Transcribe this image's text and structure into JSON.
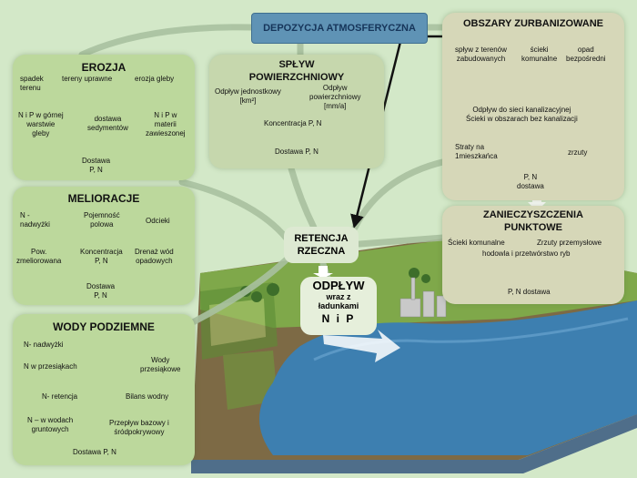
{
  "top": {
    "depozycja": "DEPOZYCJA ATMOSFERYCZNA"
  },
  "erozja": {
    "title": "EROZJA",
    "spadek_terenu": "spadek\nterenu",
    "tereny_uprawne": "tereny uprawne",
    "erozja_gleby": "erozja gleby",
    "np_warstwie": "N i P w górnej\nwarstwie\ngleby",
    "dostawa_sedymentow": "dostawa\nsedymentów",
    "np_materii": "N i P w\nmaterii\nzawieszonej",
    "dostawa": "Dostawa\nP, N"
  },
  "splyw": {
    "title": "SPŁYW\nPOWIERZCHNIOWY",
    "odplyw_jednostkowy": "Odpływ jednostkowy\n[km²]",
    "odplyw_powierzchniowy": "Odpływ\npowierzchniowy\n[mm/a]",
    "koncentracja": "Koncentracja P, N",
    "dostawa": "Dostawa P, N"
  },
  "obszary": {
    "title": "OBSZARY ZURBANIZOWANE",
    "splyw_terenow": "spływ z terenów\nzabudowanych",
    "scieki": "ścieki\nkomunalne",
    "opad": "opad\nbezpośredni",
    "odplyw_sieci": "Odpływ do sieci kanalizacyjnej\nŚcieki w obszarach bez kanalizacji",
    "straty": "Straty na\n1mieszkańca",
    "zrzuty": "zrzuty",
    "pn_dostawa": "P, N\ndostawa"
  },
  "melioracje": {
    "title": "MELIORACJE",
    "n_nadwyzki": "N -\nnadwyżki",
    "pojemnosc": "Pojemność\npolowa",
    "odcieki": "Odcieki",
    "pow": "Pow.\nzmeliorowana",
    "koncentracja": "Koncentracja\nP, N",
    "drenaz": "Drenaż wód\nopadowych",
    "dostawa": "Dostawa\nP, N"
  },
  "zanieczyszczenia": {
    "title": "ZANIECZYSZCZENIA\nPUNKTOWE",
    "scieki_komunalne": "Ścieki komunalne",
    "zrzuty_przemyslowe": "Zrzuty przemysłowe",
    "hodowla": "hodowla i przetwórstwo ryb",
    "pn_dostawa": "P, N dostawa"
  },
  "center": {
    "retencja": "RETENCJA\nRZECZNA",
    "odplyw_title": "ODPŁYW",
    "odplyw_sub": "wraz z\nładunkami",
    "np": "N i P"
  },
  "wody": {
    "title": "WODY PODZIEMNE",
    "n_nadwyzki": "N- nadwyżki",
    "wody_przesiakowe": "Wody\nprzesiąkowe",
    "n_przesiakach": "N w przesiąkach",
    "n_retencja": "N- retencja",
    "bilans": "Bilans wodny",
    "n_wodach": "N – w wodach\ngruntowych",
    "przeplyw": "Przepływ bazowy i\nśródpokrywowy",
    "dostawa": "Dostawa P, N"
  },
  "colors": {
    "box_green": "#bcd89c",
    "box_gray": "#d6d7b8",
    "header_blue": "#5f93b5",
    "water": "#3d7fb0",
    "fields": "#7fa84a",
    "background": "#cfe5c2"
  }
}
